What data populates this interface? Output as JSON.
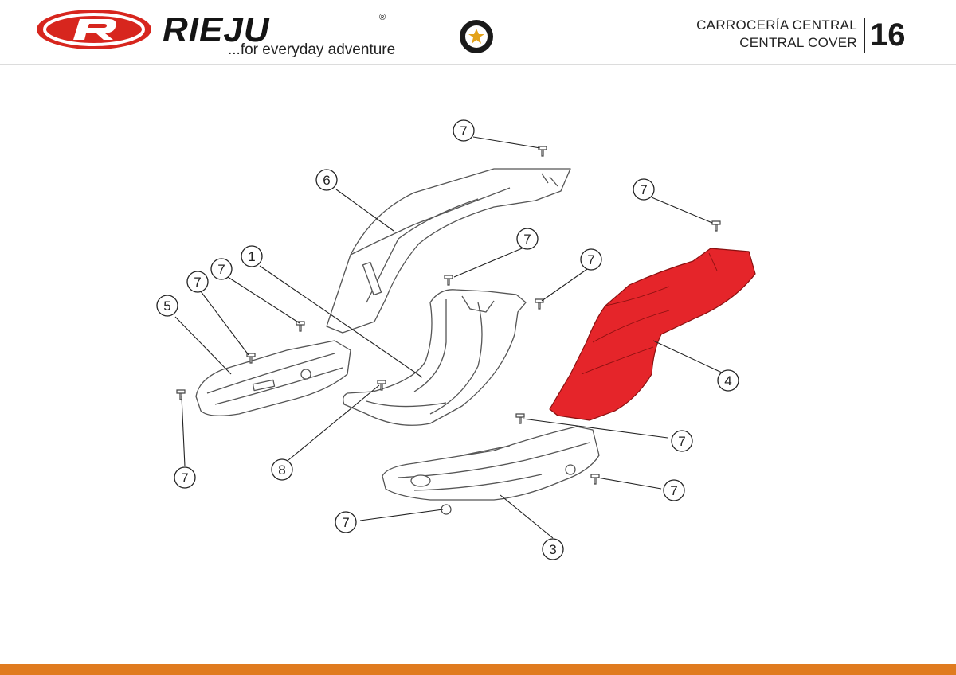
{
  "brand": {
    "name": "RIEJU",
    "tagline": "...for everyday adventure",
    "reg_mark": "®"
  },
  "section": {
    "title_es": "CARROCERÍA CENTRAL",
    "title_en": "CENTRAL COVER",
    "number": "16"
  },
  "colors": {
    "brand_red": "#d7261e",
    "highlight_part": "#e5252a",
    "accent_bar": "#e07b1f",
    "line_art": "#555555"
  },
  "callouts": [
    {
      "id": "c-7a",
      "label": "7"
    },
    {
      "id": "c-6",
      "label": "6"
    },
    {
      "id": "c-7b",
      "label": "7"
    },
    {
      "id": "c-1",
      "label": "1"
    },
    {
      "id": "c-7c",
      "label": "7"
    },
    {
      "id": "c-7d",
      "label": "7"
    },
    {
      "id": "c-5",
      "label": "5"
    },
    {
      "id": "c-7e",
      "label": "7"
    },
    {
      "id": "c-7f",
      "label": "7"
    },
    {
      "id": "c-7g",
      "label": "7"
    },
    {
      "id": "c-4",
      "label": "4"
    },
    {
      "id": "c-7h",
      "label": "7"
    },
    {
      "id": "c-8",
      "label": "8"
    },
    {
      "id": "c-7i",
      "label": "7"
    },
    {
      "id": "c-7j",
      "label": "7"
    },
    {
      "id": "c-3",
      "label": "3"
    }
  ]
}
